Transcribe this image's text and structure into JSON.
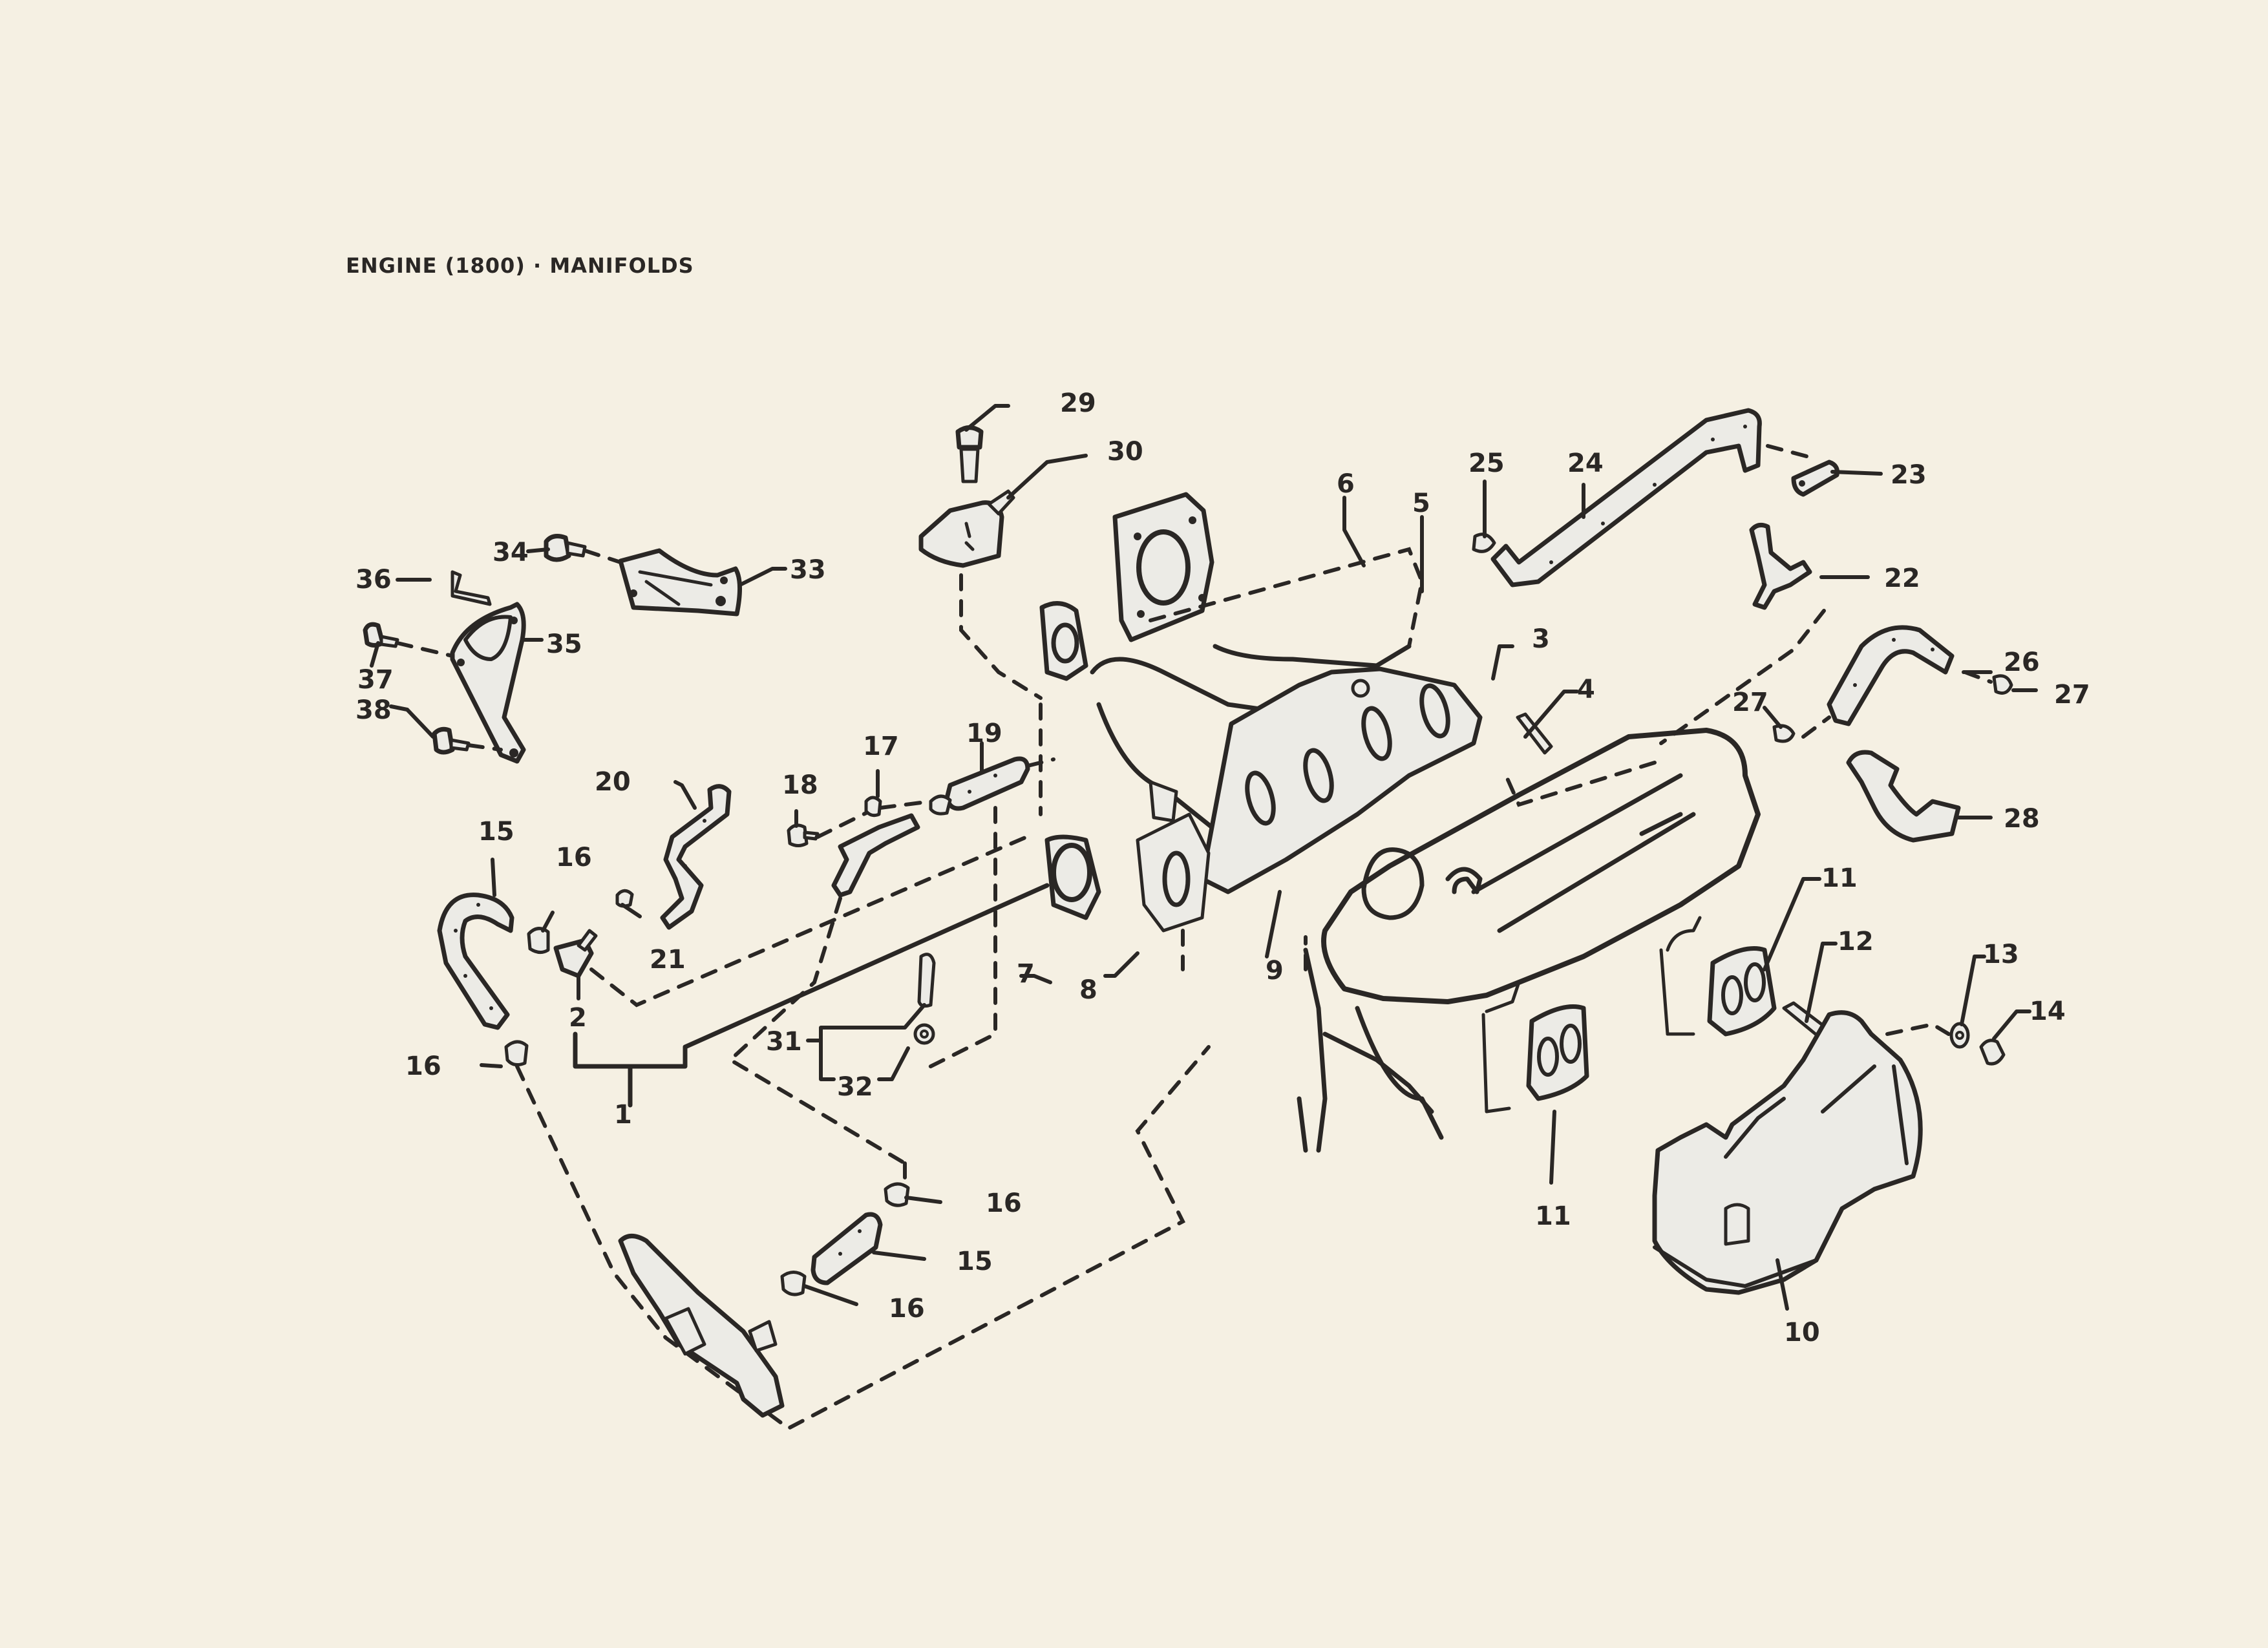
{
  "title": "ENGINE (1800) · MANIFOLDS",
  "colors": {
    "paper": "#F5F0E3",
    "ink": "#2a2725",
    "part_fill": "#ecebe6"
  },
  "callouts": {
    "c1": "1",
    "c2": "2",
    "c3": "3",
    "c4": "4",
    "c5": "5",
    "c6": "6",
    "c7": "7",
    "c8": "8",
    "c9": "9",
    "c10": "10",
    "c11a": "11",
    "c11b": "11",
    "c12": "12",
    "c13": "13",
    "c14": "14",
    "c15a": "15",
    "c15b": "15",
    "c16a": "16",
    "c16b": "16",
    "c16c": "16",
    "c16d": "16",
    "c17": "17",
    "c18": "18",
    "c19": "19",
    "c20": "20",
    "c21": "21",
    "c22": "22",
    "c23": "23",
    "c24": "24",
    "c25": "25",
    "c26": "26",
    "c27a": "27",
    "c27b": "27",
    "c28": "28",
    "c29": "29",
    "c30": "30",
    "c31": "31",
    "c32": "32",
    "c33": "33",
    "c34": "34",
    "c35": "35",
    "c36": "36",
    "c37": "37",
    "c38": "38"
  }
}
